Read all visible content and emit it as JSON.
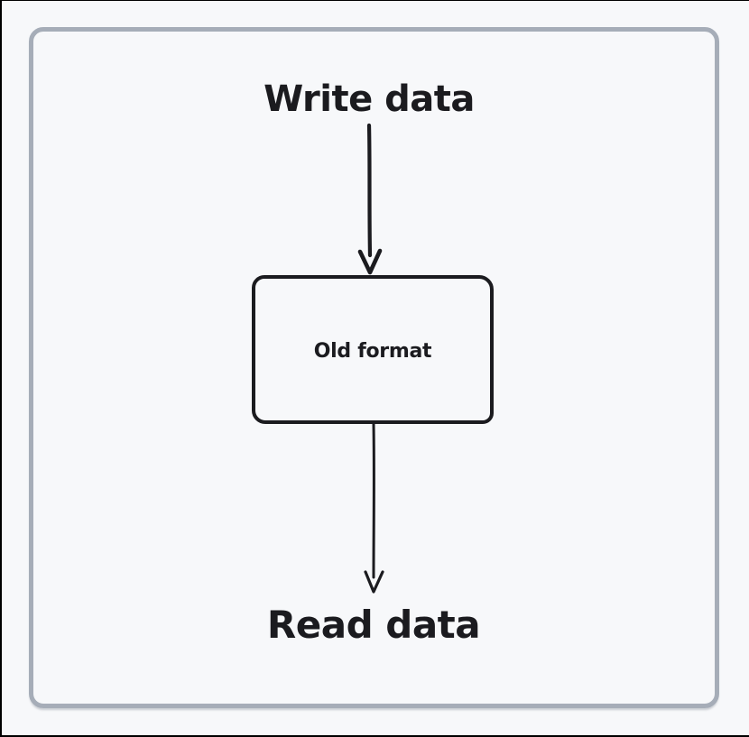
{
  "colors": {
    "bg": "#f7f8fa",
    "ink": "#1b1b1f",
    "frame_border": "#a6adb8",
    "edge": "#000000"
  },
  "diagram": {
    "top_label": "Write data",
    "box_label": "Old format",
    "bottom_label": "Read data"
  }
}
